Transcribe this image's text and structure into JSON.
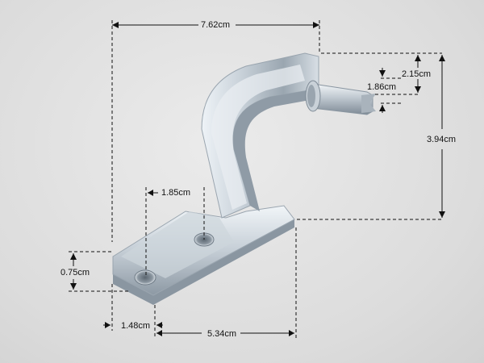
{
  "dimensions": {
    "overall_width": "7.62cm",
    "pin_outer": "2.15cm",
    "pin_inner": "1.86cm",
    "overall_height": "3.94cm",
    "hole_spacing": "1.85cm",
    "base_height": "0.75cm",
    "hole_offset": "1.48cm",
    "base_length": "5.34cm"
  },
  "colors": {
    "background": "#dedede",
    "metal_light": "#e8eef3",
    "metal_mid": "#b9c3cc",
    "metal_dark": "#7f8b96",
    "dimension_line": "#111111"
  }
}
